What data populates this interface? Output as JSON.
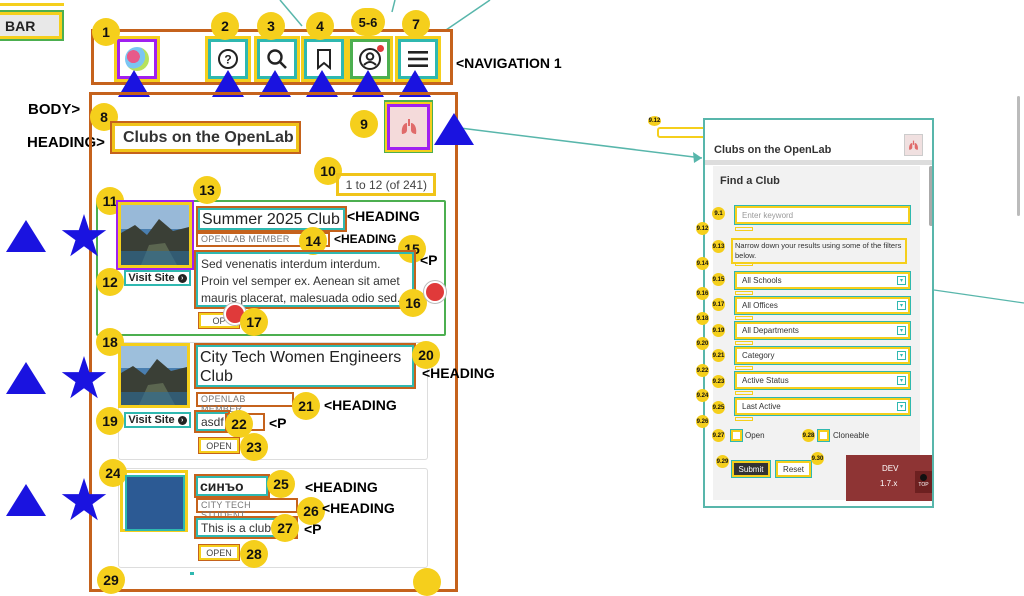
{
  "labels": {
    "bar": "BAR",
    "navigation": "<NAVIGATION 1",
    "body": "BODY>",
    "heading_left": "HEADING>",
    "heading_right": "<HEADING",
    "p": "<P"
  },
  "badges": {
    "n1": "1",
    "n2": "2",
    "n3": "3",
    "n4": "4",
    "n56": "5-6",
    "n7": "7",
    "n8": "8",
    "n9": "9",
    "n10": "10",
    "n11": "11",
    "n12": "12",
    "n13": "13",
    "n14": "14",
    "n15": "15",
    "n16": "16",
    "n17": "17",
    "n18": "18",
    "n19": "19",
    "n20": "20",
    "n21": "21",
    "n22": "22",
    "n23": "23",
    "n24": "24",
    "n25": "25",
    "n26": "26",
    "n27": "27",
    "n28": "28",
    "n29": "29"
  },
  "nav_icons": [
    "logo-icon",
    "help-icon",
    "search-icon",
    "bookmark-icon",
    "user-icon",
    "menu-icon"
  ],
  "page": {
    "heading": "Clubs on the OpenLab",
    "result_count": "1 to 12 (of 241)"
  },
  "cards": [
    {
      "title": "Summer 2025 Club",
      "member": "OPENLAB MEMBER",
      "description": "Sed venenatis interdum interdum. Proin vel semper ex. Aenean sit amet mauris placerat, malesuada odio sed.",
      "status": "OP",
      "visit": "Visit Site"
    },
    {
      "title": "City Tech Women Engineers Club",
      "member": "OPENLAB MEMBER",
      "description": "asdf",
      "status": "OPEN",
      "visit": "Visit Site"
    },
    {
      "title": "синъо",
      "member": "CITY TECH STUDENT",
      "description": "This is a club.",
      "status": "OPEN"
    }
  ],
  "panel": {
    "marker_top": "9.12",
    "heading": "Clubs on the OpenLab",
    "find_title": "Find a Club",
    "keyword_placeholder": "Enter keyword",
    "narrow_text": "Narrow down your results using some of the filters below.",
    "selects": [
      "All Schools",
      "All Offices",
      "All Departments",
      "Category",
      "Active Status",
      "Last Active"
    ],
    "checkbox_open": "Open",
    "checkbox_cloneable": "Cloneable",
    "submit": "Submit",
    "reset": "Reset",
    "dev_label": "DEV",
    "dev_version": "1.7.x",
    "top_label": "TOP",
    "markers": {
      "m91": "9.1",
      "m912": "9.12",
      "m913": "9.13",
      "m914": "9.14",
      "m915": "9.15",
      "m916": "9.16",
      "m917": "9.17",
      "m918": "9.18",
      "m919": "9.19",
      "m920": "9.20",
      "m921": "9.21",
      "m922": "9.22",
      "m923": "9.23",
      "m924": "9.24",
      "m925": "9.25",
      "m926": "9.26",
      "m927": "9.27",
      "m928": "9.28",
      "m929": "9.29",
      "m930": "9.30"
    }
  },
  "colors": {
    "annotation_yellow": "#f5cf1c",
    "annotation_orange": "#c5621c",
    "annotation_teal": "#2fb8b0",
    "annotation_green": "#4caf50",
    "annotation_purple": "#a020f0",
    "marker_blue": "#1a13e0",
    "dev_badge": "#8e3434"
  }
}
